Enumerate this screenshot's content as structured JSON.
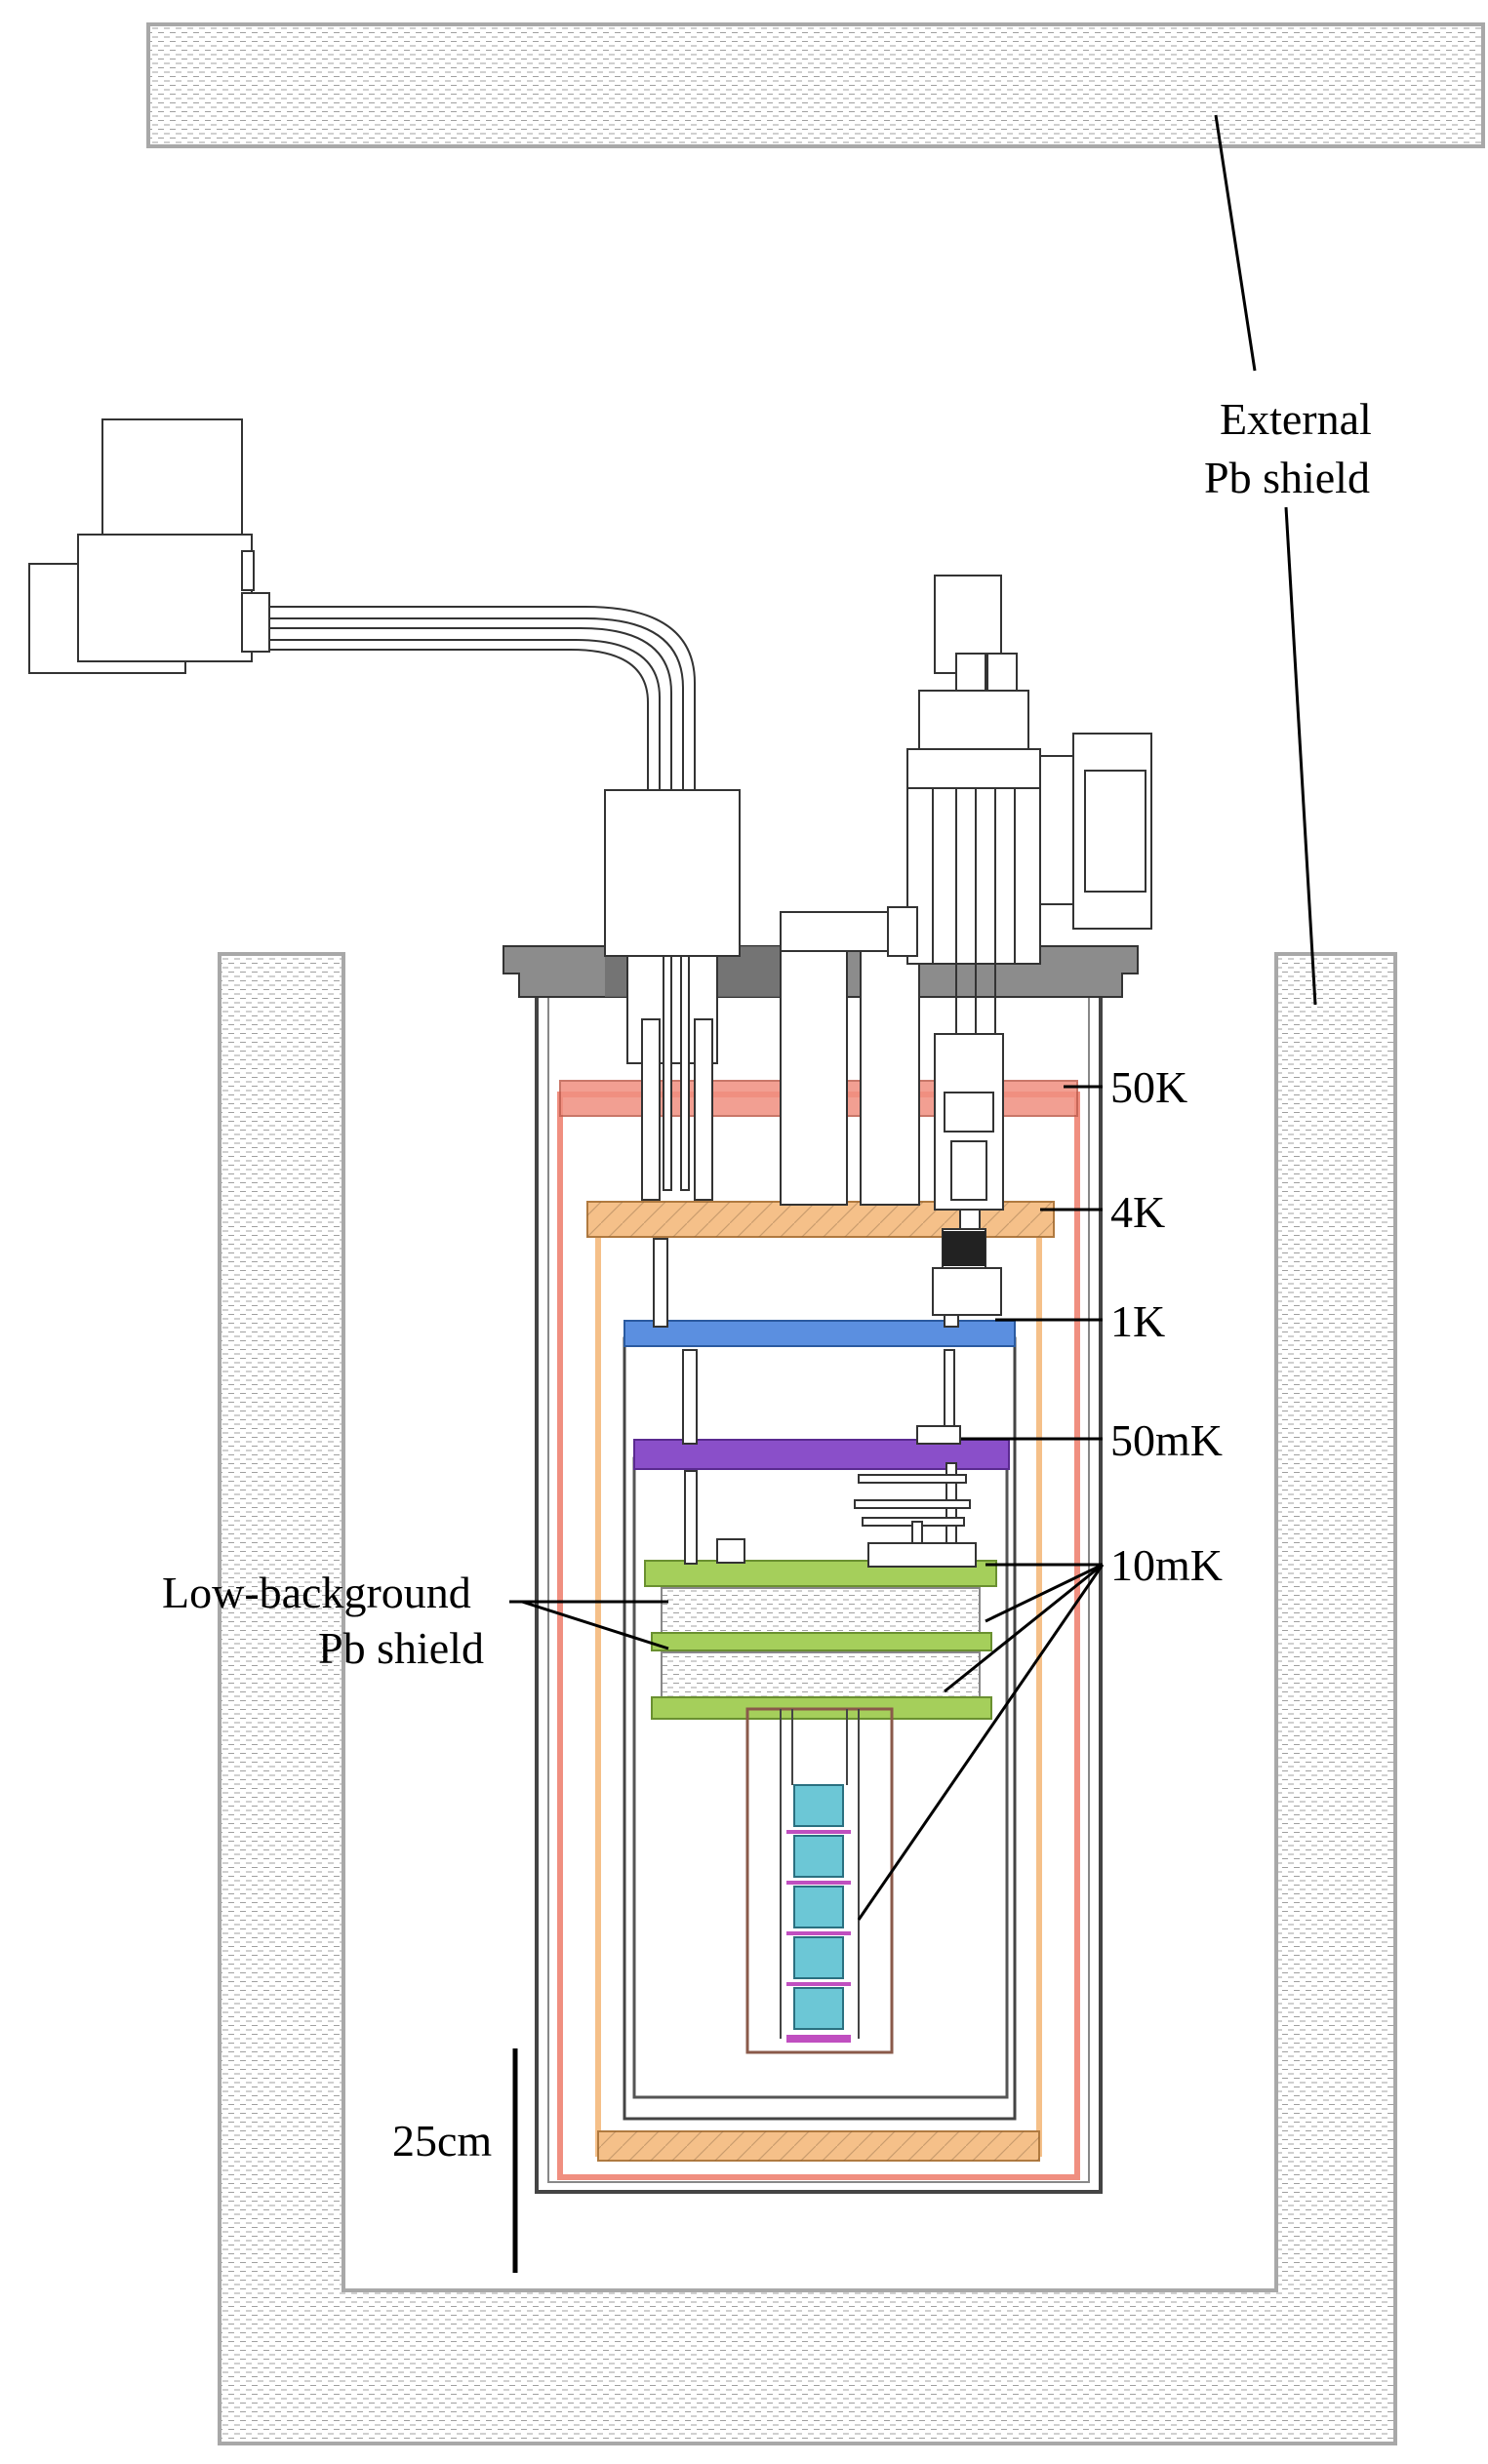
{
  "labels": {
    "external_shield_line1": "External",
    "external_shield_line2": "Pb shield",
    "stage_50k": "50K",
    "stage_4k": "4K",
    "stage_1k": "1K",
    "stage_50mk": "50mK",
    "stage_10mk": "10mK",
    "lowbg_shield_line1": "Low-background",
    "lowbg_shield_line2": "Pb shield",
    "scale_bar": "25cm"
  },
  "colors": {
    "stage_50k": "#f08f80",
    "stage_4k": "#f5c089",
    "stage_1k": "#5b8fe0",
    "stage_50mk": "#8a4fc9",
    "stage_10mk": "#a5cf5b",
    "top_plate": "#8c8c8c",
    "detectors": "#6cc7d6",
    "detector_accent": "#c04fc0",
    "lead": "#9a9a9a"
  }
}
